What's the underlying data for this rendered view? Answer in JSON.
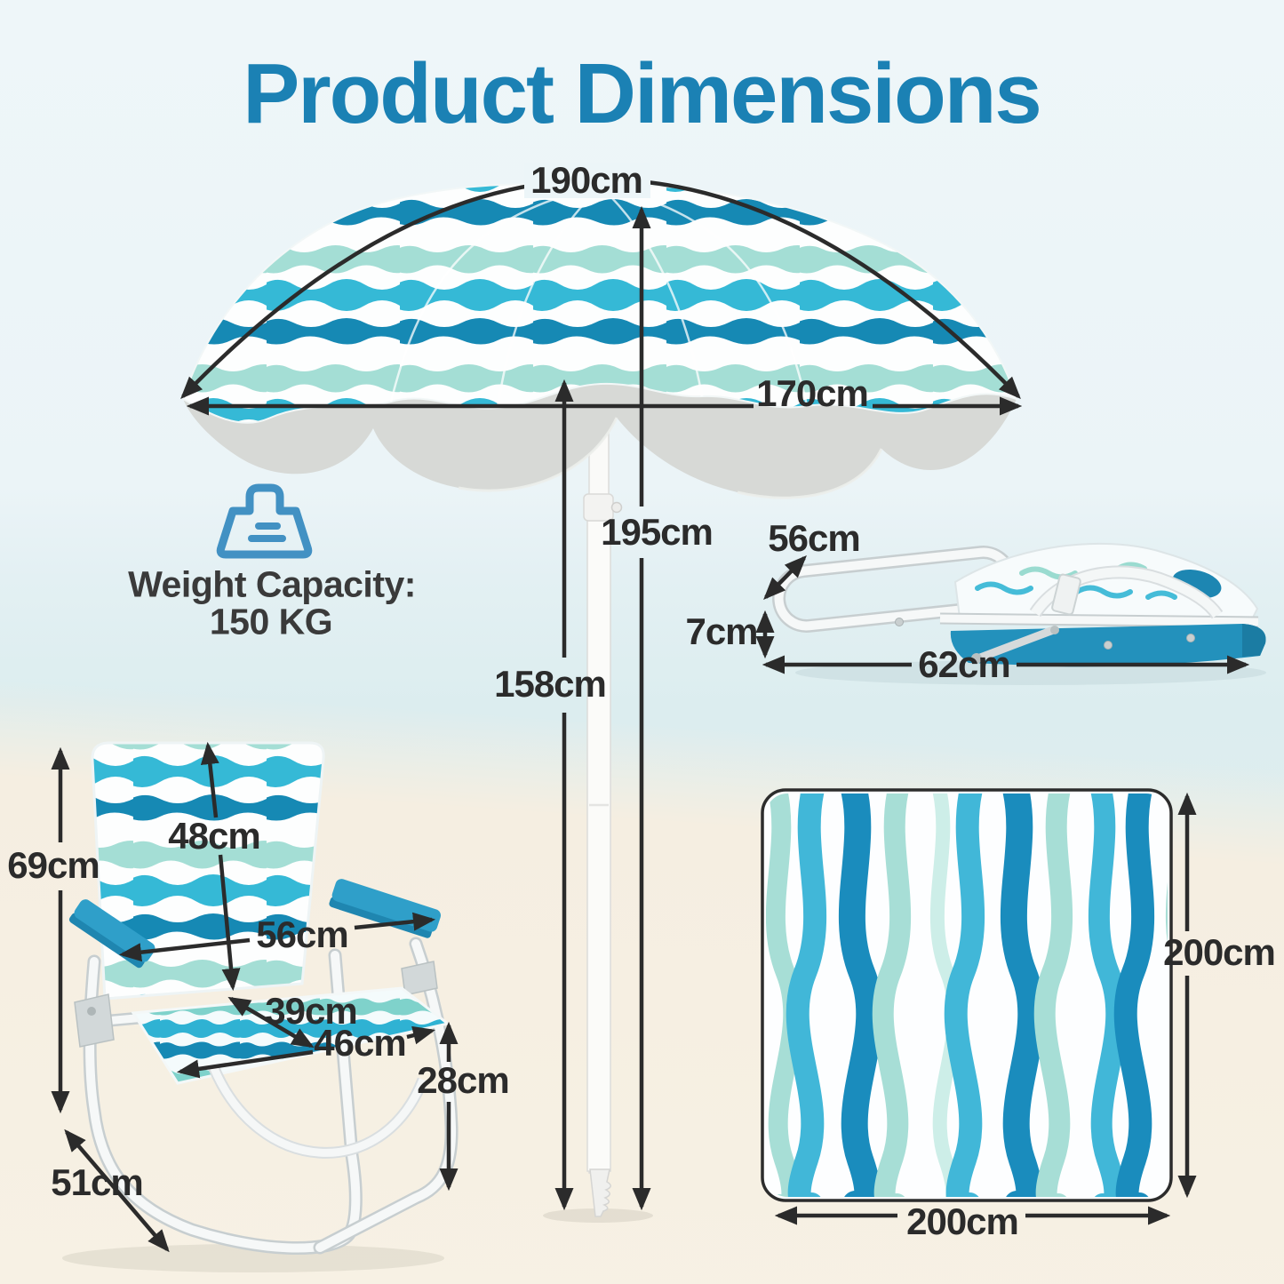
{
  "title": {
    "text": "Product Dimensions"
  },
  "weight_capacity": {
    "label": "Weight Capacity:",
    "value": "150 KG"
  },
  "umbrella": {
    "name": "beach umbrella with wave pattern",
    "arc_width": "190cm",
    "canopy_width": "170cm",
    "total_height": "195cm",
    "pole_height": "158cm"
  },
  "folded_chair": {
    "name": "folded beach chair side view",
    "width": "56cm",
    "thickness": "7cm",
    "length": "62cm"
  },
  "chair": {
    "name": "folding beach chair front view",
    "total_height": "69cm",
    "backrest_height": "48cm",
    "width": "56cm",
    "seat_depth": "39cm",
    "seat_width": "46cm",
    "seat_height": "28cm",
    "base_depth": "51cm"
  },
  "blanket": {
    "name": "beach blanket with brush-stroke wave pattern",
    "height": "200cm",
    "width": "200cm"
  },
  "icons": {
    "weight": "weight-capacity-icon"
  },
  "colors": {
    "title_blue": "#1b81b4",
    "dimension_text": "#2b2b2b",
    "icon_blue": "#4291c3",
    "armrest_blue": "#2f9fc9",
    "rail_blue": "#2391bc",
    "pattern_dark_wave": "#1689b4",
    "pattern_teal_wave": "#35b9d6",
    "pattern_mint_wave": "#9fdcd2",
    "underside_gray": "#d7d9d6",
    "sky": "#eef6f9",
    "sea": "#dcedef",
    "sand": "#f7f1e4"
  }
}
